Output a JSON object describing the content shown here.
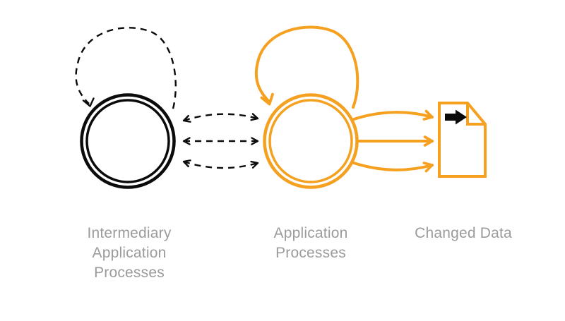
{
  "colors": {
    "orange": "#F5A01E",
    "black": "#0B0B0B",
    "label_gray": "#9B9B9B",
    "background": "#FFFFFF"
  },
  "labels": {
    "intermediary": [
      "Intermediary",
      "Application",
      "Processes"
    ],
    "application": [
      "Application",
      "Processes"
    ],
    "changed_data": [
      "Changed Data"
    ]
  },
  "nodes": {
    "intermediary": {
      "shape": "double-circle",
      "color_key": "black",
      "self_loop_style": "dashed"
    },
    "application": {
      "shape": "double-circle",
      "color_key": "orange",
      "self_loop_style": "solid"
    },
    "changed_data": {
      "shape": "document",
      "color_key": "orange",
      "icon": "changed-file-icon"
    }
  },
  "edges": [
    {
      "from": "intermediary",
      "to": "intermediary",
      "style": "dashed",
      "heads": "single"
    },
    {
      "from": "intermediary",
      "to": "application",
      "style": "dashed",
      "heads": "double",
      "count": 3
    },
    {
      "from": "application",
      "to": "application",
      "style": "solid",
      "heads": "single"
    },
    {
      "from": "application",
      "to": "changed_data",
      "style": "solid",
      "heads": "single",
      "count": 3
    }
  ]
}
